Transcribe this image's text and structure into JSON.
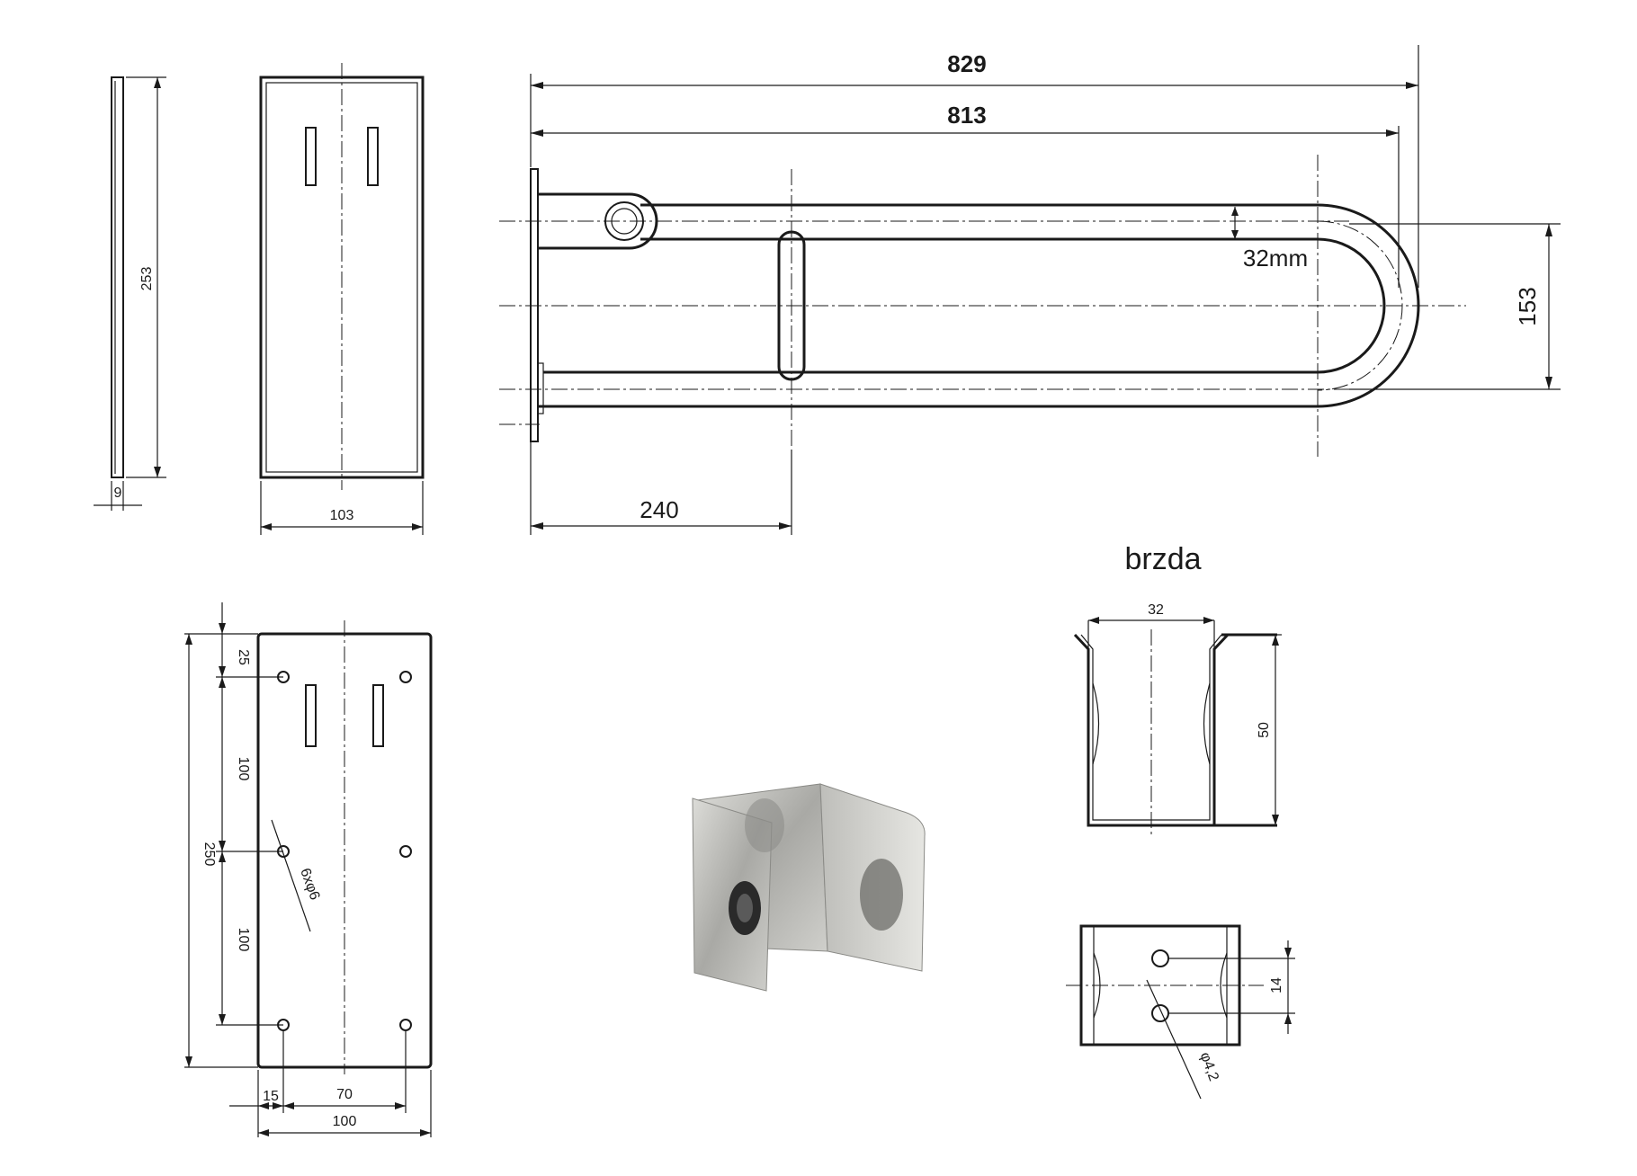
{
  "side_view": {
    "height_dim": "253",
    "width_dim": "9"
  },
  "front_plate_view": {
    "width_dim": "103"
  },
  "rail_view": {
    "overall_length_dim": "829",
    "inner_length_dim": "813",
    "brake_offset_dim": "240",
    "height_dim": "153",
    "tube_dim": "32mm"
  },
  "mount_plate_view": {
    "dim_top": "25",
    "dim_upper": "100",
    "dim_lower": "100",
    "dim_total": "250",
    "dim_edge": "15",
    "dim_spacing": "70",
    "dim_width": "100",
    "hole_note": "6xφ6"
  },
  "brake_section": {
    "title": "brzda",
    "width_dim": "32",
    "height_dim": "50",
    "hole_spacing_dim": "14",
    "hole_note": "φ4,2"
  },
  "photo": {
    "material_color": "#b8b8b4"
  }
}
